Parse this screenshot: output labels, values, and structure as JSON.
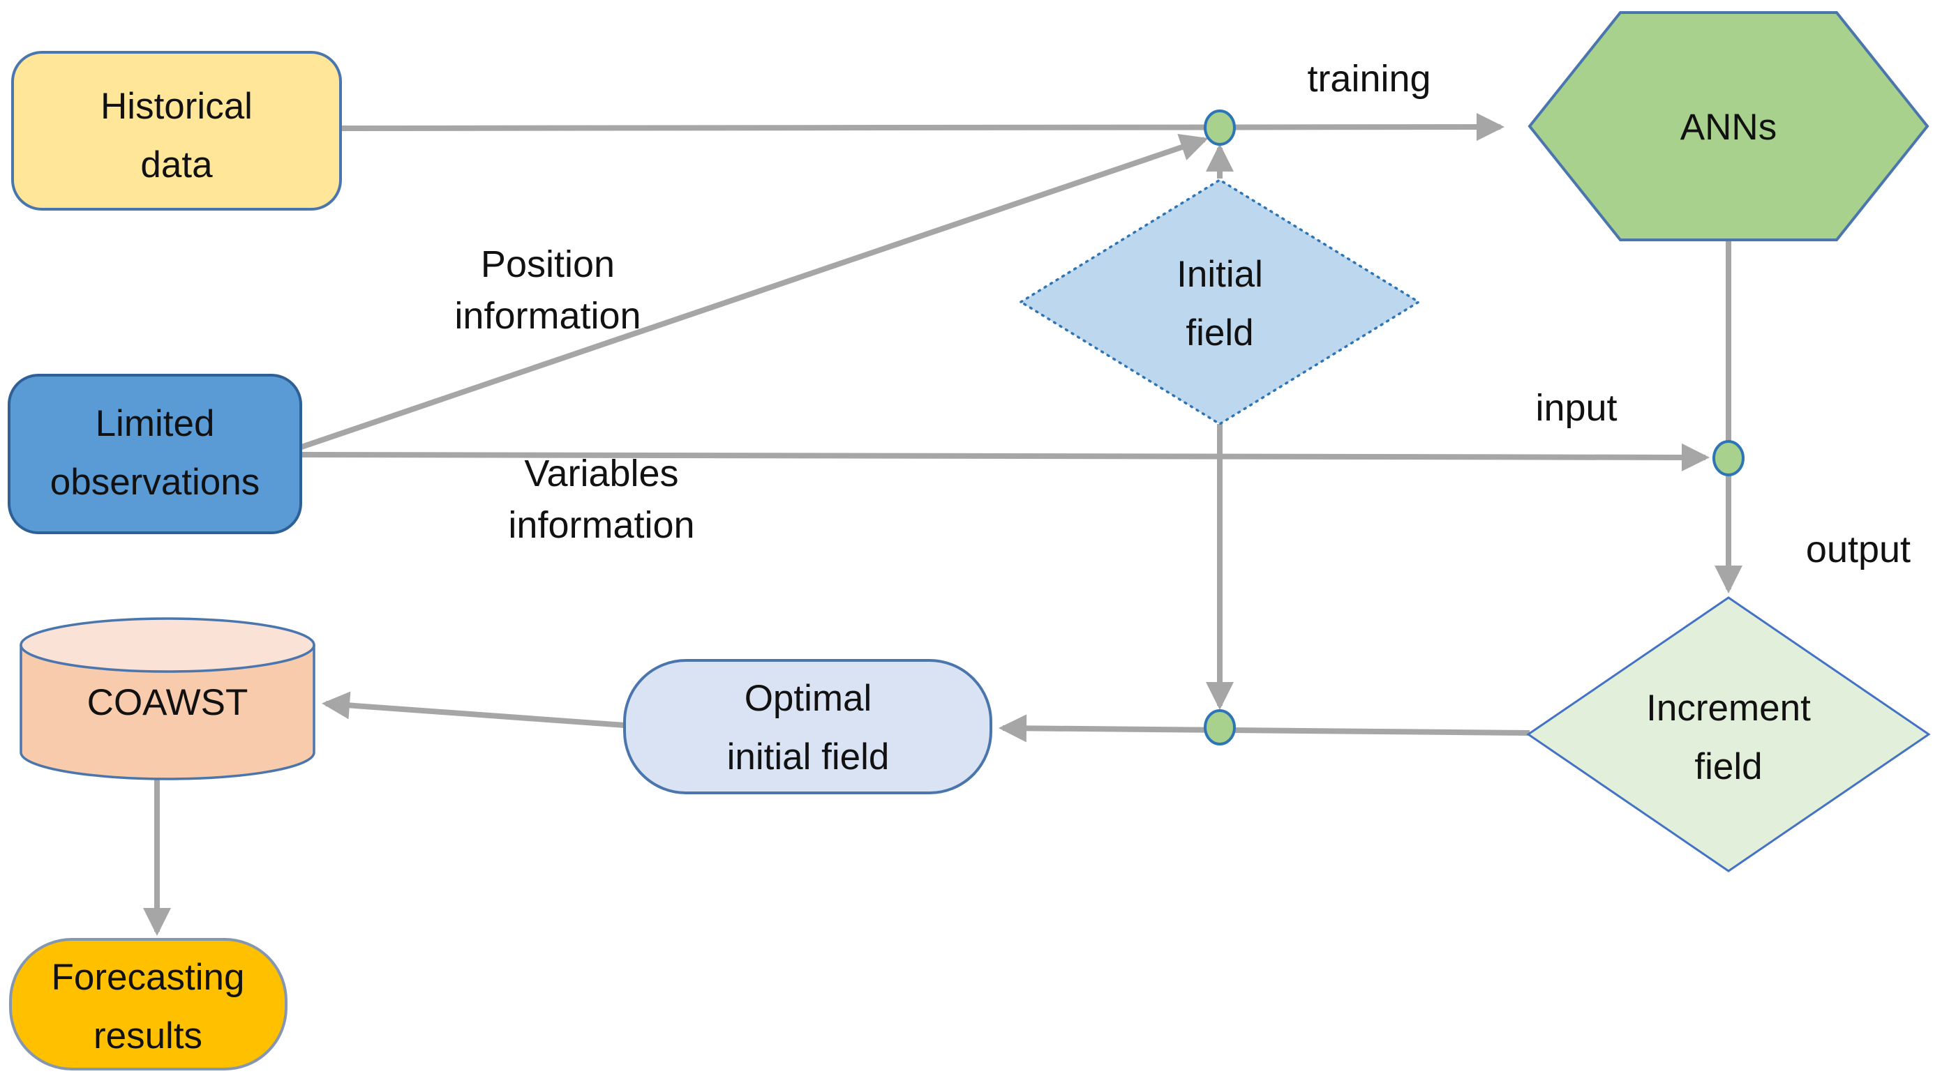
{
  "nodes": {
    "historical_data": {
      "shape": "rounded-rect",
      "line1": "Historical",
      "line2": "data",
      "fill": "#FFE699",
      "border": "#4a76ad"
    },
    "limited_observations": {
      "shape": "rounded-rect",
      "line1": "Limited",
      "line2": "observations",
      "fill": "#5B9BD5",
      "border": "#2e6096"
    },
    "coawst": {
      "shape": "cylinder",
      "label": "COAWST",
      "fill": "#F8CBAD",
      "top_fill": "#FAE3D6",
      "border": "#4a76ad"
    },
    "forecasting_results": {
      "shape": "stadium",
      "line1": "Forecasting",
      "line2": "results",
      "fill": "#FFC000",
      "border": "#8496b0"
    },
    "optimal_initial_field": {
      "shape": "stadium",
      "line1": "Optimal",
      "line2": "initial field",
      "fill": "#DAE3F3",
      "border": "#4a76ad"
    },
    "initial_field": {
      "shape": "diamond",
      "line1": "Initial",
      "line2": "field",
      "fill": "#BDD7EE",
      "border": "#2E75B6"
    },
    "anns": {
      "shape": "hexagon",
      "label": "ANNs",
      "fill": "#A9D18E",
      "border": "#4a76ad"
    },
    "increment_field": {
      "shape": "diamond",
      "line1": "Increment",
      "line2": "field",
      "fill": "#E2EFDA",
      "border": "#4472C4"
    }
  },
  "edge_labels": {
    "training": "training",
    "position_information": {
      "line1": "Position",
      "line2": "information"
    },
    "variables_information": {
      "line1": "Variables",
      "line2": "information"
    },
    "input": "input",
    "output": "output"
  },
  "colors": {
    "connector": "#A6A6A6",
    "junction_fill": "#A9D18E",
    "junction_border": "#2E75B6",
    "text": "#111111",
    "background": "#ffffff"
  }
}
